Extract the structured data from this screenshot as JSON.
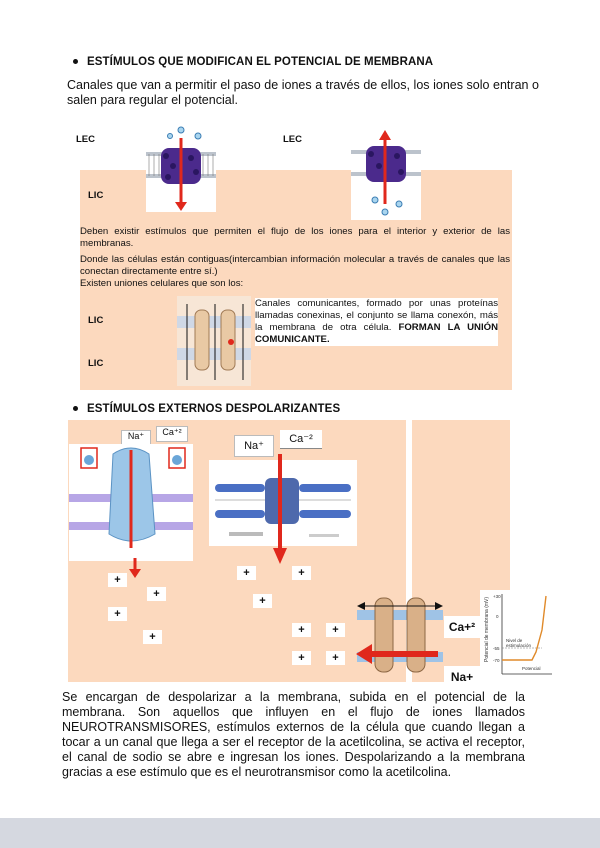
{
  "section1": {
    "heading": "ESTÍMULOS QUE MODIFICAN EL POTENCIAL DE MEMBRANA",
    "intro": "Canales que van a permitir el paso de iones a través de ellos, los iones solo entran o salen para regular el potencial.",
    "lec_label": "LEC",
    "lic_label": "LIC",
    "body1": "Deben existir estímulos que permiten el flujo de los iones para el interior y exterior de las membranas.",
    "body2": "Donde las células están contiguas(intercambian información molecular a través de canales que las conectan directamente entre sí.)",
    "body3": "Existen uniones celulares que son los:",
    "gap_text": "Canales comunicantes, formado por unas proteínas llamadas conexinas, el conjunto se llama conexón, más la membrana de otra célula.",
    "gap_emphasis": "FORMAN LA UNIÓN COMUNICANTE."
  },
  "section2": {
    "heading": "ESTÍMULOS EXTERNOS DESPOLARIZANTES",
    "ion_na": "Na⁺",
    "ion_ca": "Ca⁺²",
    "ion_na_big": "Na⁺",
    "ion_ca_big": "Ca⁻²",
    "ion_ca_right": "Ca+²",
    "ion_na_right": "Na+",
    "plus_sign": "+",
    "graph_ylabel": "Potencial de membrana (mV)",
    "graph_annot1": "Nivel de",
    "graph_annot2": "estimulación",
    "graph_xlabel": "Potencial",
    "graph_ticks": [
      "+30",
      "0",
      "-55",
      "-70"
    ],
    "body": "Se encargan de despolarizar a la membrana, subida en el potencial de la membrana. Son aquellos que influyen en el flujo de iones llamados NEUROTRANSMISORES, estímulos externos de la célula que cuando llegan a tocar a un canal que llega a ser el receptor de la acetilcolina, se activa el receptor, el canal de sodio se abre e ingresan los iones. Despolarizando a la membrana gracias a ese estímulo que es el neurotransmisor como la acetilcolina."
  },
  "colors": {
    "peach": "#fcd9be",
    "arrow_red": "#e0281c",
    "channel_purple": "#4b2a8c",
    "footer": "#d5d8e0"
  }
}
